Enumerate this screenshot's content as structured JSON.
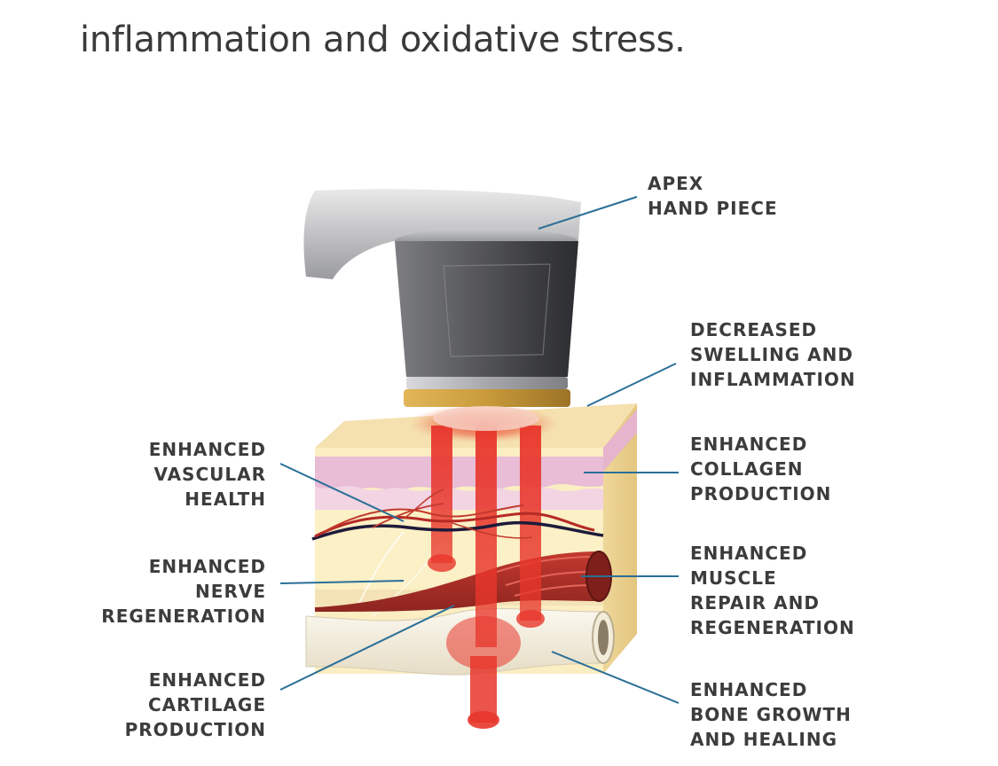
{
  "intro": {
    "text": "inflammation and oxidative stress."
  },
  "diagram": {
    "labels": {
      "apex": [
        "APEX",
        "HAND PIECE"
      ],
      "swelling": [
        "DECREASED",
        "SWELLING AND",
        "INFLAMMATION"
      ],
      "collagen": [
        "ENHANCED",
        "COLLAGEN",
        "PRODUCTION"
      ],
      "muscle": [
        "ENHANCED",
        "MUSCLE",
        "REPAIR AND",
        "REGENERATION"
      ],
      "bone": [
        "ENHANCED",
        "BONE GROWTH",
        "AND HEALING"
      ],
      "vascular": [
        "ENHANCED",
        "VASCULAR",
        "HEALTH"
      ],
      "nerve": [
        "ENHANCED",
        "NERVE",
        "REGENERATION"
      ],
      "cartilage": [
        "ENHANCED",
        "CARTILAGE",
        "PRODUCTION"
      ]
    },
    "colors": {
      "leader": "#2a6f97",
      "laser": "#e53529",
      "gold": "#c89a3a",
      "skin_top": "#f6e3b4",
      "skin_pink": "#e7b6cf",
      "muscle": "#b5322a",
      "bone": "#f4efe2"
    }
  }
}
